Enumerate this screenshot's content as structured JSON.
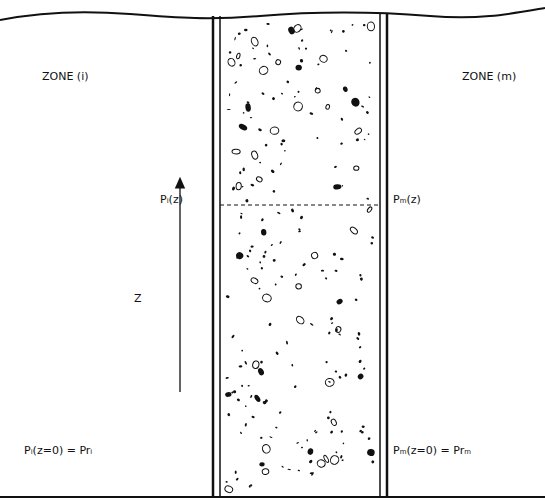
{
  "diagram": {
    "labels": [
      "ZONE (i)",
      "ZONE (m)",
      "Pᵢ(z)",
      "Pₘ(z)",
      "Z",
      "Pᵢ(z=0) = Prᵢ",
      "Pₘ(z=0) = Prₘ"
    ]
  }
}
